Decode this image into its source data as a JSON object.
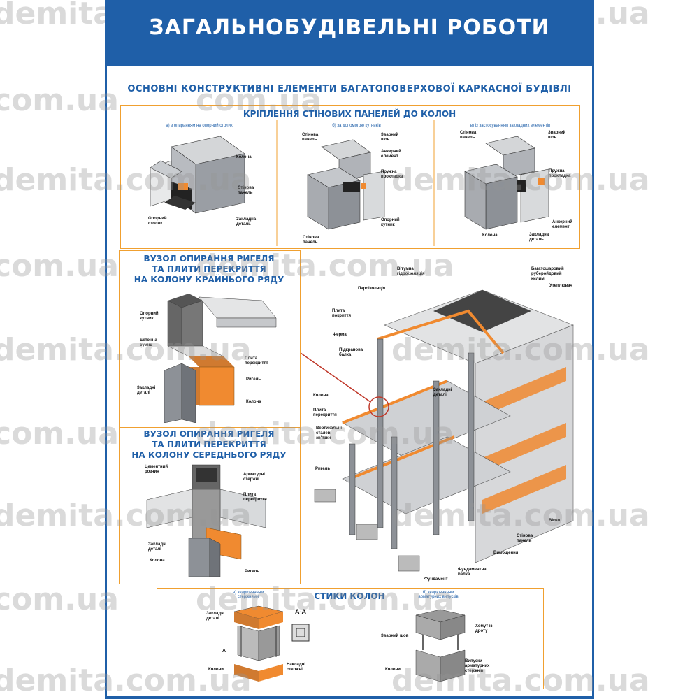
{
  "poster": {
    "title": "ЗАГАЛЬНОБУДІВЕЛЬНІ РОБОТИ",
    "subtitle": "ОСНОВНІ КОНСТРУКТИВНІ ЕЛЕМЕНТИ БАГАТОПОВЕРХОВОЇ КАРКАСНОЇ БУДІВЛІ"
  },
  "colors": {
    "blue": "#1f5fa8",
    "orange": "#f08a30",
    "frame": "#f0a030",
    "concrete": "#8a8e94"
  },
  "sections": {
    "panels": {
      "title": "КРІПЛЕННЯ СТІНОВИХ ПАНЕЛЕЙ ДО КОЛОН",
      "sub_a": "а) з опиранням на опорний столик",
      "sub_b": "б) за допомогою кутників",
      "sub_c": "в) із застосуванням закладних елементів",
      "a_labels": {
        "kolona": "Колона",
        "stinova": "Стінова панель",
        "stolyk": "Опорний столик",
        "zakladna": "Закладна деталь"
      },
      "b_labels": {
        "stinova_top": "Стінова панель",
        "shov": "Зварний шов",
        "ankernyi": "Анкерний елемент",
        "pruzhna": "Пружна прокладка",
        "kutnyk": "Опорний кутник",
        "stinova_bot": "Стінова панель"
      },
      "c_labels": {
        "stinova": "Стінова панель",
        "shov": "Зварний шов",
        "pruzhna": "Пружна прокладка",
        "ankernyi": "Анкерний елемент",
        "zakladna": "Закладна деталь",
        "kolona": "Колона"
      }
    },
    "node1": {
      "title_l1": "ВУЗОЛ ОПИРАННЯ РИГЕЛЯ",
      "title_l2": "ТА ПЛИТИ ПЕРЕКРИТТЯ",
      "title_l3": "НА КОЛОНУ КРАЙНЬОГО РЯДУ",
      "labels": {
        "kutnyk": "Опорний кутник",
        "sumish": "Бетонна суміш",
        "plyta": "Плита перекриття",
        "rygel": "Ригель",
        "detali": "Закладні деталі",
        "kolona": "Колона"
      }
    },
    "node2": {
      "title_l1": "ВУЗОЛ ОПИРАННЯ РИГЕЛЯ",
      "title_l2": "ТА ПЛИТИ ПЕРЕКРИТТЯ",
      "title_l3": "НА КОЛОНУ СЕРЕДНЬОГО РЯДУ",
      "labels": {
        "rozchyn": "Цементний розчин",
        "armatura": "Арматурні стержні",
        "plyta": "Плита перекриття",
        "detali": "Закладні деталі",
        "kolona": "Колона",
        "rygel": "Ригель"
      }
    },
    "building": {
      "labels": {
        "vgiduzol": "Вітумна гідроізоляція",
        "kylym": "Багатошаровий руберойдовий килим",
        "uteplyuvach": "Утеплювач",
        "paroizol": "Пароізоляція",
        "plyta_pokr": "Плита покриття",
        "ferma": "Ферма",
        "pidkranova": "Підкранова балка",
        "zakladni": "Закладні деталі",
        "kolona": "Колона",
        "plyta_perekr": "Плита перекриття",
        "vertykalni": "Вертикальні сталеві зв'язки",
        "rygel": "Ригель",
        "vikno": "Вікно",
        "stinova": "Стінова панель",
        "vymoshchennia": "Вимощення",
        "fund_balka": "Фундаментна балка",
        "fundament": "Фундамент"
      }
    },
    "joints": {
      "title": "СТИКИ КОЛОН",
      "sub_a": "а) зварюванням стержнями",
      "sub_b": "б) зварюванням арматурних випусків",
      "aa": "А-А",
      "a_mark": "А",
      "a_labels": {
        "zakladni": "Закладні деталі",
        "kolony": "Колони",
        "nakladni": "Накладні стержні"
      },
      "b_labels": {
        "shov": "Зварний шов",
        "khomut": "Хомут із дроту",
        "kolony": "Колони",
        "vypusky": "Випуски арматурних стержнів"
      }
    }
  },
  "watermark": "demita.com.ua",
  "watermark_short": "com.ua"
}
